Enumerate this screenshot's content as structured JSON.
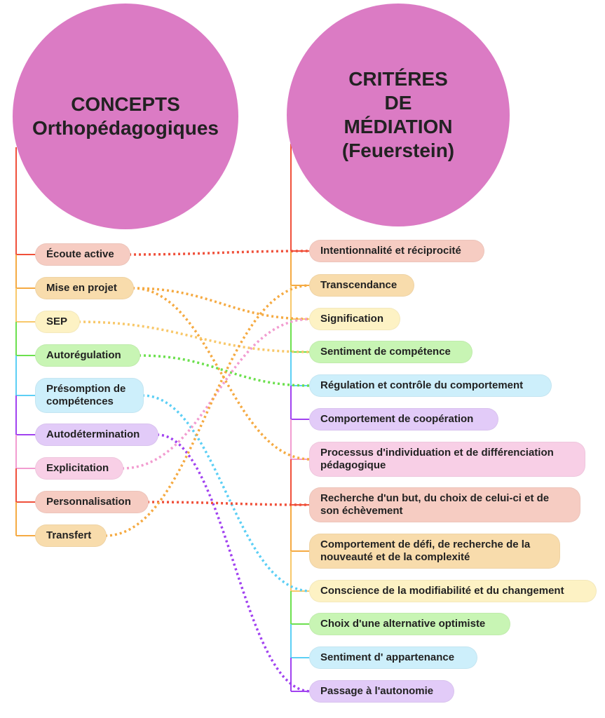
{
  "left_root": {
    "title": "CONCEPTS\nOrthopédagogiques",
    "color": "#DB7BC4"
  },
  "right_root": {
    "title": "CRITÉRES\nDE\nMÉDIATION\n(Feuerstein)",
    "color": "#DB7BC4"
  },
  "palette": {
    "red": {
      "line": "#F0503A",
      "fill": "#F6CCC2"
    },
    "orange": {
      "line": "#F5AA42",
      "fill": "#F8DCAC"
    },
    "yellow": {
      "line": "#F8C86A",
      "fill": "#FDF2C4"
    },
    "green": {
      "line": "#6CE04E",
      "fill": "#C8F5B4"
    },
    "cyan": {
      "line": "#5CCFF5",
      "fill": "#CDEFFB"
    },
    "purple": {
      "line": "#A142F0",
      "fill": "#E2CBF8"
    },
    "pink": {
      "line": "#F29CD0",
      "fill": "#F8CFE6"
    }
  },
  "concepts": [
    {
      "id": "ecoute",
      "label": "Écoute active",
      "color": "red"
    },
    {
      "id": "projet",
      "label": "Mise en projet",
      "color": "orange"
    },
    {
      "id": "sep",
      "label": "SEP",
      "color": "yellow"
    },
    {
      "id": "autoreg",
      "label": "Autorégulation",
      "color": "green"
    },
    {
      "id": "presomption",
      "label": "Présomption de compétences",
      "color": "cyan"
    },
    {
      "id": "autodet",
      "label": "Autodétermination",
      "color": "purple"
    },
    {
      "id": "explicitation",
      "label": "Explicitation",
      "color": "pink"
    },
    {
      "id": "perso",
      "label": "Personnalisation",
      "color": "red"
    },
    {
      "id": "transfert",
      "label": "Transfert",
      "color": "orange"
    }
  ],
  "criteria": [
    {
      "id": "intention",
      "label": "Intentionnalité et réciprocité",
      "color": "red"
    },
    {
      "id": "transcendance",
      "label": "Transcendance",
      "color": "orange"
    },
    {
      "id": "signification",
      "label": "Signification",
      "color": "yellow"
    },
    {
      "id": "sentiment",
      "label": "Sentiment de compétence",
      "color": "green"
    },
    {
      "id": "regulation",
      "label": "Régulation et contrôle du comportement",
      "color": "cyan"
    },
    {
      "id": "cooperation",
      "label": "Comportement de coopération",
      "color": "purple"
    },
    {
      "id": "individuation",
      "label": "Processus d'individuation et de différenciation pédagogique",
      "color": "pink"
    },
    {
      "id": "but",
      "label": "Recherche d'un but, du choix de celui-ci et de son échèvement",
      "color": "red"
    },
    {
      "id": "defi",
      "label": "Comportement de défi, de recherche de la nouveauté et de la complexité",
      "color": "orange"
    },
    {
      "id": "modifiabilite",
      "label": "Conscience de la modifiabilité et du changement",
      "color": "yellow"
    },
    {
      "id": "optimiste",
      "label": "Choix d'une alternative optimiste",
      "color": "green"
    },
    {
      "id": "appartenance",
      "label": "Sentiment d' appartenance",
      "color": "cyan"
    },
    {
      "id": "autonomie",
      "label": "Passage à l'autonomie",
      "color": "purple"
    }
  ],
  "links": [
    {
      "from": "ecoute",
      "to": "intention",
      "color": "red"
    },
    {
      "from": "projet",
      "to": "signification",
      "color": "orange"
    },
    {
      "from": "projet",
      "to": "individuation",
      "color": "orange"
    },
    {
      "from": "sep",
      "to": "sentiment",
      "color": "yellow"
    },
    {
      "from": "autoreg",
      "to": "regulation",
      "color": "green"
    },
    {
      "from": "presomption",
      "to": "modifiabilite",
      "color": "cyan"
    },
    {
      "from": "autodet",
      "to": "autonomie",
      "color": "purple"
    },
    {
      "from": "explicitation",
      "to": "signification",
      "color": "pink"
    },
    {
      "from": "perso",
      "to": "but",
      "color": "red"
    },
    {
      "from": "transfert",
      "to": "transcendance",
      "color": "orange"
    }
  ]
}
